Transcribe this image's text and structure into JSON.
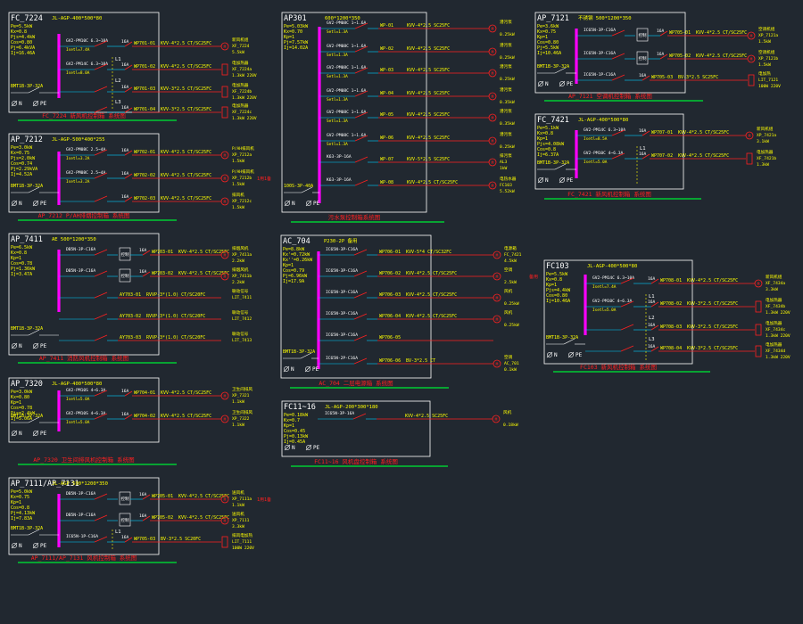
{
  "colors": {
    "background": "#212830",
    "frame": "#ffffff",
    "bus": "#ff00ff",
    "feeder": "#ff2020",
    "breaker": "#ff2020",
    "device": "#ffffff",
    "equip": "#ff2020",
    "label": "#ffff00",
    "title": "#ff2020",
    "underline": "#00cc33",
    "branch": "#00d0ff",
    "symbol": "#ffffff"
  },
  "panels": [
    {
      "id": "FC_7224",
      "header": "FC_7224",
      "spec": "JL-AGP-400*500*80",
      "params": [
        "Pe=5.5kW",
        "Kx=0.8",
        "Pjs=4.4kW",
        "Cos=0.80",
        "Pj=6.4kVA",
        "Ij=16.46A"
      ],
      "inlet": "BMT1B-3P-32A",
      "phase_n": "N",
      "phase_pe": "PE",
      "footer": "FC_7224 新风机控制箱 系统图",
      "circuits": [
        {
          "device": "GV2-PM10C 6.3~10A",
          "sub": "Isetl=7.4A",
          "breaker": "16A",
          "feeder": "WP701-01",
          "cable": "KVV-4*2.5 CT/SC25FC",
          "equip_name": "新风机组",
          "equip_tag": "XF_7224",
          "equip_load": "5.5kW",
          "kind": "motor"
        },
        {
          "device": "GV2-PM14C 6.3~10A",
          "sub": "Isetl=8.0A",
          "breaker": "16A",
          "feeder": "WP701-02",
          "cable": "KVV-4*2.5 CT/SC25FC",
          "equip_name": "电加热器",
          "equip_tag": "XF_7224a",
          "equip_load": "1.3kW 220V",
          "kind": "heater"
        },
        {
          "device": "",
          "sub": "",
          "breaker": "16A",
          "feeder": "WP701-03",
          "cable": "KVV-3*2.5 CT/SC25FC",
          "equip_name": "电加热器",
          "equip_tag": "XF_7224b",
          "equip_load": "1.3kW 220V",
          "kind": "heater"
        },
        {
          "device": "",
          "sub": "",
          "breaker": "16A",
          "feeder": "WP701-04",
          "cable": "KVV-3*2.5 CT/SC25FC",
          "equip_name": "电加热器",
          "equip_tag": "XF_7224c",
          "equip_load": "1.3kW 220V",
          "kind": "heater"
        }
      ],
      "phase_labels": [
        "L1",
        "L2",
        "L3"
      ]
    },
    {
      "id": "AP_7212",
      "header": "AP_7212",
      "spec": "JL-AGP-500*400*255",
      "params": [
        "Pe=3.0kW",
        "Kx=0.75",
        "Pjs=2.0kW",
        "Cos=0.74",
        "Pj=2.29kVA",
        "Ij=4.52A"
      ],
      "inlet": "BMT1B-3P-32A",
      "phase_n": "N",
      "phase_pe": "PE",
      "footer": "AP_7212 P/AH排烟控制箱 系统图",
      "circuits": [
        {
          "device": "GV2-PM08C 2.5~4A",
          "sub": "Isetl=3.2A",
          "breaker": "16A",
          "feeder": "WP702-01",
          "cable": "KVV-4*2.5 CT/SC25FC",
          "equip_name": "P/AH排风机",
          "equip_tag": "XP_7212a",
          "equip_load": "1.5kW",
          "kind": "motor"
        },
        {
          "device": "GV2-PM08C 2.5~4A",
          "sub": "Isetl=3.2A",
          "breaker": "16A",
          "feeder": "WP702-02",
          "cable": "KVV-4*2.5 CT/SC25FC",
          "equip_name": "P/AH排风机",
          "equip_tag": "XP_7212b",
          "equip_load": "1.5kW",
          "kind": "motor",
          "note": "1用1备"
        },
        {
          "device": "",
          "sub": "",
          "breaker": "16A",
          "feeder": "WP702-03",
          "cable": "KVV-4*2.5 CT/SC25FC",
          "equip_name": "排风机",
          "equip_tag": "XP_7212c",
          "equip_load": "1.5kW",
          "kind": "motor"
        }
      ]
    },
    {
      "id": "AP_7411",
      "header": "AP_7411",
      "spec": "AE 500*1200*350",
      "params": [
        "Pe=6.5kW",
        "Kx=0.8",
        "Kp=1",
        "Cos=0.78",
        "Pj=1.36kW",
        "Ij=3.47A"
      ],
      "inlet": "BMT1B-3P-32A",
      "phase_n": "N",
      "phase_pe": "PE",
      "footer": "AP_7411 消防风机控制箱 系统图",
      "circuits": [
        {
          "device": "DB5N-3P-C16A",
          "sub": "",
          "box": "控制",
          "breaker": "16A",
          "feeder": "WP703-01",
          "cable": "KVV-4*2.5 CT/SC25FC",
          "equip_name": "排烟风机",
          "equip_tag": "XP_7411a",
          "equip_load": "2.2kW",
          "kind": "motor"
        },
        {
          "device": "DB5N-3P-C16A",
          "sub": "",
          "box": "控制",
          "breaker": "16A",
          "feeder": "WP703-02",
          "cable": "KVV-4*2.5 CT/SC25FC",
          "equip_name": "排烟风机",
          "equip_tag": "XP_7411b",
          "equip_load": "2.2kW",
          "kind": "motor"
        },
        {
          "device": "",
          "sub": "",
          "breaker": "",
          "feeder": "AY703-01",
          "cable": "RVVP-3*(1.0) CT/SC20FC",
          "equip_name": "联动信号",
          "equip_tag": "LIT_7411",
          "equip_load": "",
          "kind": "none"
        },
        {
          "device": "",
          "sub": "",
          "breaker": "",
          "feeder": "AY703-02",
          "cable": "RVVP-3*(1.0) CT/SC20FC",
          "equip_name": "联动信号",
          "equip_tag": "LIT_7412",
          "equip_load": "",
          "kind": "none"
        },
        {
          "device": "",
          "sub": "",
          "breaker": "",
          "feeder": "AY703-03",
          "cable": "RVVP-3*(1.0) CT/SC20FC",
          "equip_name": "联动信号",
          "equip_tag": "LIT_7413",
          "equip_load": "",
          "kind": "none"
        }
      ]
    },
    {
      "id": "AP_7320",
      "header": "AP_7320",
      "spec": "JL-AGP-400*500*80",
      "params": [
        "Pe=3.0kW",
        "Kx=0.80",
        "Kp=1",
        "Cos=0.78",
        "Pjs=2.4kW",
        "Ij=5.06A"
      ],
      "inlet": "BMT1B-3P-32A",
      "phase_n": "N",
      "phase_pe": "PE",
      "footer": "AP_7320 卫生间排风机控制箱 系统图",
      "circuits": [
        {
          "device": "GV2-PM10S 4~6.3A",
          "sub": "Isetl=5.0A",
          "breaker": "16A",
          "feeder": "WP704-01",
          "cable": "KVV-4*2.5 CT/SC25FC",
          "equip_name": "卫生间排风",
          "equip_tag": "XP_7321",
          "equip_load": "1.1kW",
          "kind": "motor"
        },
        {
          "device": "GV2-PM10S 4~6.3A",
          "sub": "Isetl=5.0A",
          "breaker": "16A",
          "feeder": "WP704-02",
          "cable": "KVV-4*2.5 CT/SC25FC",
          "equip_name": "卫生间排风",
          "equip_tag": "XP_7322",
          "equip_load": "1.1kW",
          "kind": "motor"
        }
      ]
    },
    {
      "id": "AP_7111",
      "header": "AP_7111/AP_7131",
      "spec": "JL-AGP 500*1200*350",
      "params": [
        "Pe=5.0kW",
        "Kx=0.75",
        "Kp=1",
        "Cos=0.8",
        "Pj=4.13kW",
        "Ij=7.83A"
      ],
      "inlet": "BMT1B-3P-32A",
      "phase_n": "N",
      "phase_pe": "PE",
      "footer": "AP_7111/AP_7131 风机控制箱 系统图",
      "circuits": [
        {
          "device": "DB5N-3P-C16A",
          "sub": "",
          "box": "控制",
          "breaker": "16A",
          "feeder": "WP705-01",
          "cable": "KVV-4*2.5 CT/SC25FC",
          "equip_name": "送风机",
          "equip_tag": "XP_7111a",
          "equip_load": "1.1kW",
          "kind": "motor",
          "note": "1用1备"
        },
        {
          "device": "DB5N-3P-C16A",
          "sub": "",
          "box": "控制",
          "breaker": "16A",
          "feeder": "WP705-02",
          "cable": "KVV-4*2.5 CT/SC25FC",
          "equip_name": "送风机",
          "equip_tag": "XP_7111",
          "equip_load": "3.3kW",
          "kind": "motor"
        },
        {
          "device": "IC65N-1P-C16A",
          "sub": "",
          "breaker": "16A",
          "feeder": "WP705-03",
          "cable": "BV-3*2.5 SC20FC",
          "equip_name": "排风电加热",
          "equip_tag": "LIT_7111",
          "equip_load": "100W 220V",
          "kind": "heater"
        }
      ],
      "phase_labels": [
        "L1"
      ]
    },
    {
      "id": "AP301",
      "header": "AP301",
      "spec": "600*1200*350",
      "params": [
        "Pe=5.03kW",
        "Kx=0.70",
        "Kp=1",
        "Pj=7.57kW",
        "Ij=14.02A"
      ],
      "inlet": "100S-3P-40A",
      "phase_n": "N",
      "phase_pe": "PE",
      "footer": "污水泵控制箱系统图",
      "circuits": [
        {
          "device": "GV2-PM08C 1~1.6A",
          "sub": "Setl=1.3A",
          "breaker": "",
          "feeder": "WP-01",
          "cable": "KVV-4*2.5 SC25FC",
          "equip_name": "潜污泵",
          "equip_tag": "",
          "equip_load": "0.25kW",
          "kind": "motor"
        },
        {
          "device": "GV2-PM08C 1~1.6A",
          "sub": "Setl=1.3A",
          "breaker": "",
          "feeder": "WP-02",
          "cable": "KVV-4*2.5 SC25FC",
          "equip_name": "潜污泵",
          "equip_tag": "",
          "equip_load": "0.25kW",
          "kind": "motor"
        },
        {
          "device": "GV2-PM08C 1~1.6A",
          "sub": "Setl=1.3A",
          "breaker": "",
          "feeder": "WP-03",
          "cable": "KVV-4*2.5 SC25FC",
          "equip_name": "潜污泵",
          "equip_tag": "",
          "equip_load": "0.25kW",
          "kind": "motor"
        },
        {
          "device": "GV2-PM08C 1~1.6A",
          "sub": "Setl=1.3A",
          "breaker": "",
          "feeder": "WP-04",
          "cable": "KVV-4*2.5 SC25FC",
          "equip_name": "潜污泵",
          "equip_tag": "",
          "equip_load": "0.35kW",
          "kind": "motor"
        },
        {
          "device": "GV2-PM08C 1~1.6A",
          "sub": "Setl=1.3A",
          "breaker": "",
          "feeder": "WP-05",
          "cable": "KVV-4*2.5 SC25FC",
          "equip_name": "潜污泵",
          "equip_tag": "",
          "equip_load": "0.35kW",
          "kind": "motor"
        },
        {
          "device": "GV2-PM08C 1~1.6A",
          "sub": "Setl=1.3A",
          "breaker": "",
          "feeder": "WP-06",
          "cable": "KVV-4*2.5 SC25FC",
          "equip_name": "潜污泵",
          "equip_tag": "",
          "equip_load": "0.25kW",
          "kind": "motor"
        },
        {
          "device": "K63-3P-16A",
          "sub": "",
          "breaker": "",
          "feeder": "WP-07",
          "cable": "KVV-5*2.5 SC25FC",
          "equip_name": "排污泵",
          "equip_tag": "AL3",
          "equip_load": "1kW",
          "kind": "motor"
        },
        {
          "device": "K63-3P-16A",
          "sub": "",
          "breaker": "",
          "feeder": "WP-08",
          "cable": "KVV-4*2.5 CT/SC25FC",
          "equip_name": "电热水器",
          "equip_tag": "FC103",
          "equip_load": "5.52kW",
          "kind": "motor"
        }
      ]
    },
    {
      "id": "AC_704",
      "header": "AC_704",
      "spec": "P230-2P 备用",
      "params": [
        "Pe=8.8kW",
        "Kx'=0.72kW",
        "Kx''=0.26kW",
        "Kp=1",
        "Cos=0.79",
        "Pj=6.96kW",
        "Ij=17.9A"
      ],
      "inlet": "BMT1B-3P-32A",
      "phase_n": "N",
      "phase_pe": "PE",
      "footer": "AC_704 二层电源箱 系统图",
      "circuits": [
        {
          "device": "IC65N-3P-C16A",
          "sub": "",
          "breaker": "",
          "feeder": "WP706-01",
          "cable": "KVV-5*4 CT/SC32FC",
          "equip_name": "电源箱",
          "equip_tag": "FC_7421",
          "equip_load": "4.5kW",
          "kind": "motor"
        },
        {
          "device": "IC65N-3P-C16A",
          "sub": "",
          "breaker": "",
          "feeder": "WP706-02",
          "cable": "KVV-4*2.5 CT/SC25FC",
          "equip_name": "空调",
          "equip_tag": "",
          "equip_load": "2.5kW",
          "kind": "motor",
          "note": "备用"
        },
        {
          "device": "IC65N-3P-C16A",
          "sub": "",
          "breaker": "",
          "feeder": "WP706-03",
          "cable": "KVV-4*2.5 CT/SC25FC",
          "equip_name": "风机",
          "equip_tag": "",
          "equip_load": "0.25kW",
          "kind": "motor"
        },
        {
          "device": "IC65N-3P-C16A",
          "sub": "",
          "breaker": "",
          "feeder": "WP706-04",
          "cable": "KVV-4*2.5 CT/SC25FC",
          "equip_name": "风机",
          "equip_tag": "",
          "equip_load": "0.25kW",
          "kind": "motor"
        },
        {
          "device": "IC65N-3P-C16A",
          "sub": "",
          "breaker": "",
          "feeder": "WP706-05",
          "cable": "",
          "equip_name": "",
          "equip_tag": "",
          "equip_load": "",
          "kind": "none"
        },
        {
          "device": "IC65N-2P-C16A",
          "sub": "",
          "breaker": "",
          "feeder": "WP706-06",
          "cable": "BV-3*2.5 CT",
          "equip_name": "空调",
          "equip_tag": "AC_701",
          "equip_load": "0.1kW",
          "kind": "motor"
        }
      ]
    },
    {
      "id": "FC11",
      "header": "FC11~16",
      "spec": "JL-AGP-200*300*180",
      "params": [
        "Pe=0.18kW",
        "Kx=0.7",
        "Kp=1",
        "Cos=0.45",
        "Pj=0.13kW",
        "Ij=0.45A"
      ],
      "inlet": "",
      "phase_n": "N",
      "phase_pe": "PE",
      "footer": "FC11~16 风机盘控制箱 系统图",
      "circuits": [
        {
          "device": "IC65N-3P-16A",
          "sub": "",
          "breaker": "",
          "feeder": "",
          "cable": "KVV-4*2.5 SC25FC",
          "equip_name": "风机",
          "equip_tag": "",
          "equip_load": "0.18kW",
          "kind": "motor"
        }
      ]
    },
    {
      "id": "AP_7121",
      "header": "AP_7121",
      "spec": "不锈钢 500*1200*350",
      "params": [
        "Pe=3.6kW",
        "Kx=0.75",
        "Kp=1",
        "Cos=0.80",
        "Pj=5.5kW",
        "Ij=10.46A"
      ],
      "inlet": "BMT1B-3P-32A",
      "phase_n": "N",
      "phase_pe": "PE",
      "footer": "AP_7121 空调机控制箱 系统图",
      "circuits": [
        {
          "device": "IC65N-3P-C16A",
          "sub": "",
          "box": "控制",
          "breaker": "16A",
          "feeder": "WP705-01",
          "cable": "KVV-4*2.5 CT/SC25FC",
          "equip_name": "空调机组",
          "equip_tag": "XP_7121a",
          "equip_load": "1.5kW",
          "kind": "motor"
        },
        {
          "device": "IC65N-3P-C16A",
          "sub": "",
          "box": "控制",
          "breaker": "16A",
          "feeder": "WP705-02",
          "cable": "KVV-4*2.5 CT/SC25FC",
          "equip_name": "空调机组",
          "equip_tag": "XP_7121b",
          "equip_load": "1.5kW",
          "kind": "motor"
        },
        {
          "device": "IC65N-1P-C16A",
          "sub": "",
          "breaker": "16A",
          "feeder": "WP705-03",
          "cable": "BV-3*2.5 SC25FC",
          "equip_name": "电加热",
          "equip_tag": "LIT_7121",
          "equip_load": "100W 220V",
          "kind": "heater"
        }
      ]
    },
    {
      "id": "FC_7421",
      "header": "FC_7421",
      "spec": "JL-AGP-400*500*80",
      "params": [
        "Pe=5.1kW",
        "Kx=0.8",
        "Kp=1",
        "Pjs=4.08kW",
        "Cos=0.8",
        "Ij=6.37A"
      ],
      "inlet": "BMT1B-3P-32A",
      "phase_n": "N",
      "phase_pe": "PE",
      "footer": "FC_7421 新风机控制箱 系统图",
      "circuits": [
        {
          "device": "GV2-PM14C 6.3~10A",
          "sub": "Isetl=8.5A",
          "breaker": "16A",
          "feeder": "WP707-01",
          "cable": "KVV-4*2.5 CT/SC25FC",
          "equip_name": "新风机组",
          "equip_tag": "XP_7421a",
          "equip_load": "3.1kW",
          "kind": "motor"
        },
        {
          "device": "GV2-PM10C 4~6.3A",
          "sub": "Isetl=5.0A",
          "breaker": "16A",
          "feeder": "WP707-02",
          "cable": "KVV-4*2.5 CT/SC25FC",
          "equip_name": "电加热器",
          "equip_tag": "XF_7421b",
          "equip_load": "1.3kW",
          "kind": "heater"
        }
      ],
      "phase_labels": [
        "L1"
      ]
    },
    {
      "id": "FC103",
      "header": "FC103",
      "spec": "JL-AGP-400*500*80",
      "params": [
        "Pe=5.5kW",
        "Kx=0.8",
        "Kp=1",
        "Pjs=4.4kW",
        "Cos=0.80",
        "Ij=10.46A"
      ],
      "inlet": "BMT1B-3P-32A",
      "phase_n": "N",
      "phase_pe": "PE",
      "footer": "FC103 新风机控制箱 系统图",
      "circuits": [
        {
          "device": "GV2-PM14C 6.3~10A",
          "sub": "Isetl=7.4A",
          "breaker": "16A",
          "feeder": "WP708-01",
          "cable": "KVV-4*2.5 CT/SC25FC",
          "equip_name": "新风机组",
          "equip_tag": "XF_7434a",
          "equip_load": "3.3kW",
          "kind": "motor"
        },
        {
          "device": "GV2-PM10C 4~6.3A",
          "sub": "Isetl=5.0A",
          "breaker": "16A",
          "feeder": "WP708-02",
          "cable": "KVV-3*2.5 CT/SC25FC",
          "equip_name": "电加热器",
          "equip_tag": "XF_7434b",
          "equip_load": "1.3kW 220V",
          "kind": "heater"
        },
        {
          "device": "",
          "sub": "",
          "breaker": "16A",
          "feeder": "WP708-03",
          "cable": "KVV-3*2.5 CT/SC25FC",
          "equip_name": "电加热器",
          "equip_tag": "XF_7434c",
          "equip_load": "1.3kW 220V",
          "kind": "heater"
        },
        {
          "device": "",
          "sub": "",
          "breaker": "16A",
          "feeder": "WP708-04",
          "cable": "KVV-3*2.5 CT/SC25FC",
          "equip_name": "电加热器",
          "equip_tag": "XF_7434d",
          "equip_load": "1.3kW 220V",
          "kind": "heater"
        }
      ],
      "phase_labels": [
        "L1",
        "L2",
        "L3"
      ]
    }
  ]
}
